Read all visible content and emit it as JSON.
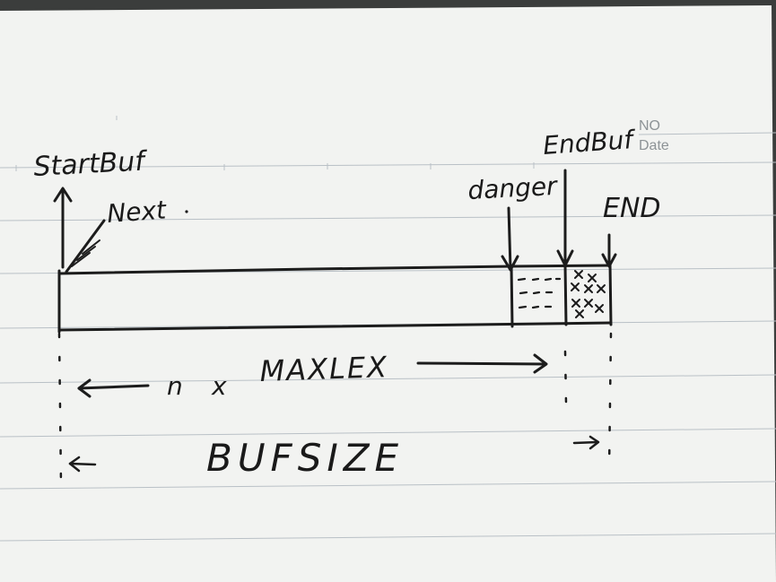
{
  "notebook_header": {
    "no_label": "NO",
    "date_label": "Date"
  },
  "diagram": {
    "labels": {
      "start_buf": "StartBuf",
      "next": "Next",
      "danger": "danger",
      "end_buf": "EndBuf",
      "end": "END",
      "n": "n",
      "times": "x",
      "max_lex": "MAXLEX",
      "buf_size": "BUFSIZE"
    }
  },
  "colors": {
    "paper": "#f2f3f1",
    "ink": "#1c1c1c",
    "ruled_line": "#b9c0c6",
    "printed_header": "#8d9396",
    "background": "#3b3d3c"
  }
}
